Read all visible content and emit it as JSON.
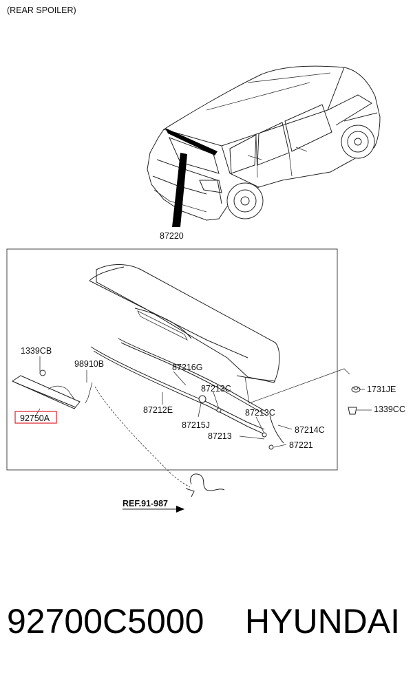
{
  "header": {
    "title": "(REAR SPOILER)"
  },
  "labels": {
    "assembly": "87220",
    "p1339cb": "1339CB",
    "p98910b": "98910B",
    "p87216g": "87216G",
    "p87213c_a": "87213C",
    "p87212e": "87212E",
    "p87215j": "87215J",
    "p87213c_b": "87213C",
    "p87213": "87213",
    "p87214c": "87214C",
    "p87221": "87221",
    "p1731je": "1731JE",
    "p1339cc": "1339CC",
    "p92750a": "92750A",
    "ref": "REF.91-987"
  },
  "highlight_color": "#e0303a",
  "footer": {
    "part_number": "92700C5000",
    "brand": "HYUNDAI"
  }
}
